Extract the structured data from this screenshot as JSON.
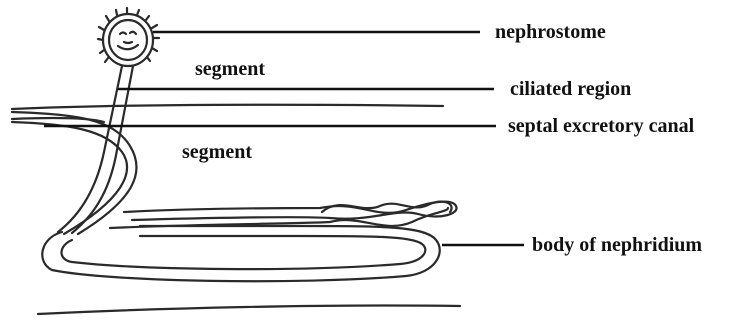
{
  "labels": {
    "nephrostome": "nephrostome",
    "segment_upper": "segment",
    "ciliated_region": "ciliated region",
    "septal_canal": "septal excretory canal",
    "segment_lower": "segment",
    "body": "body of nephridium"
  },
  "colors": {
    "ink": "#2a2a2a",
    "label": "#111111",
    "background": "#ffffff"
  }
}
